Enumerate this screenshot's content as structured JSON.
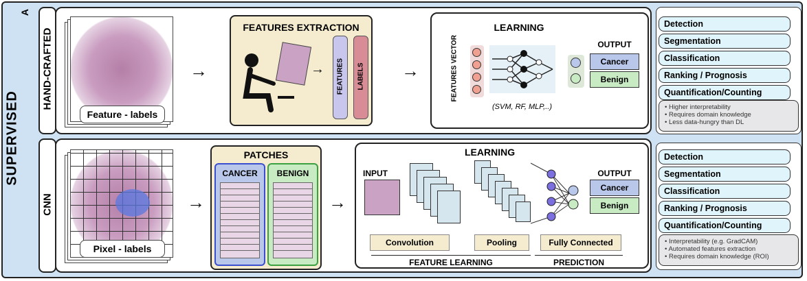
{
  "panel_letter": "A",
  "section": "SUPERVISED",
  "rows": [
    {
      "label": "HAND-CRAFTED",
      "slide_label": "Feature - labels",
      "extraction_title": "FEATURES EXTRACTION",
      "features": "FEATURES",
      "labels": "LABELS",
      "learning_title": "LEARNING",
      "vector_label": "FEATURES VECTOR",
      "models": "(SVM, RF, MLP,..)",
      "output_title": "OUTPUT",
      "outputs": [
        "Cancer",
        "Benign"
      ],
      "tasks": [
        "Detection",
        "Segmentation",
        "Classification",
        "Ranking / Prognosis",
        "Quantification/Counting"
      ],
      "notes": [
        "• Higher interpretability",
        "• Requires domain knowledge",
        "• Less data-hungry than DL"
      ]
    },
    {
      "label": "CNN",
      "slide_label": "Pixel - labels",
      "patches_title": "PATCHES",
      "patch_classes": [
        "CANCER",
        "BENIGN"
      ],
      "learning_title": "LEARNING",
      "input_label": "INPUT",
      "output_title": "OUTPUT",
      "outputs": [
        "Cancer",
        "Benign"
      ],
      "stages": [
        "Convolution",
        "Pooling",
        "Fully Connected"
      ],
      "groups": [
        "FEATURE LEARNING",
        "PREDICTION"
      ],
      "tasks": [
        "Detection",
        "Segmentation",
        "Classification",
        "Ranking / Prognosis",
        "Quantification/Counting"
      ],
      "notes": [
        "• Interpretability (e.g. GradCAM)",
        "• Automated features extraction",
        "• Requires domain knowledge (ROI)"
      ]
    }
  ],
  "colors": {
    "frame": "#cfe2f3",
    "extraction": "#f5ecd0",
    "features": "#c9c6ee",
    "labels": "#d88d96",
    "cancer": "#b9c8ea",
    "benign": "#c8ebc4",
    "task": "#e0f5fb"
  }
}
